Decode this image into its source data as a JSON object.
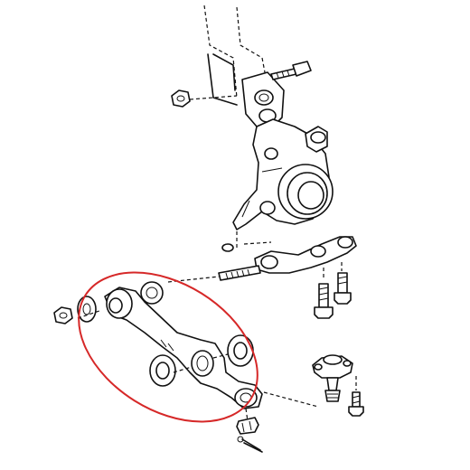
{
  "diagram": {
    "highlight_color": "#d62828",
    "line_color": "#111111",
    "background": "#ffffff",
    "parts": [
      "steering-knuckle",
      "ball-joint-lower-arm",
      "lower-control-arm",
      "bushings",
      "nuts",
      "bolts",
      "cotter-pin",
      "lower-ball-joint"
    ]
  }
}
